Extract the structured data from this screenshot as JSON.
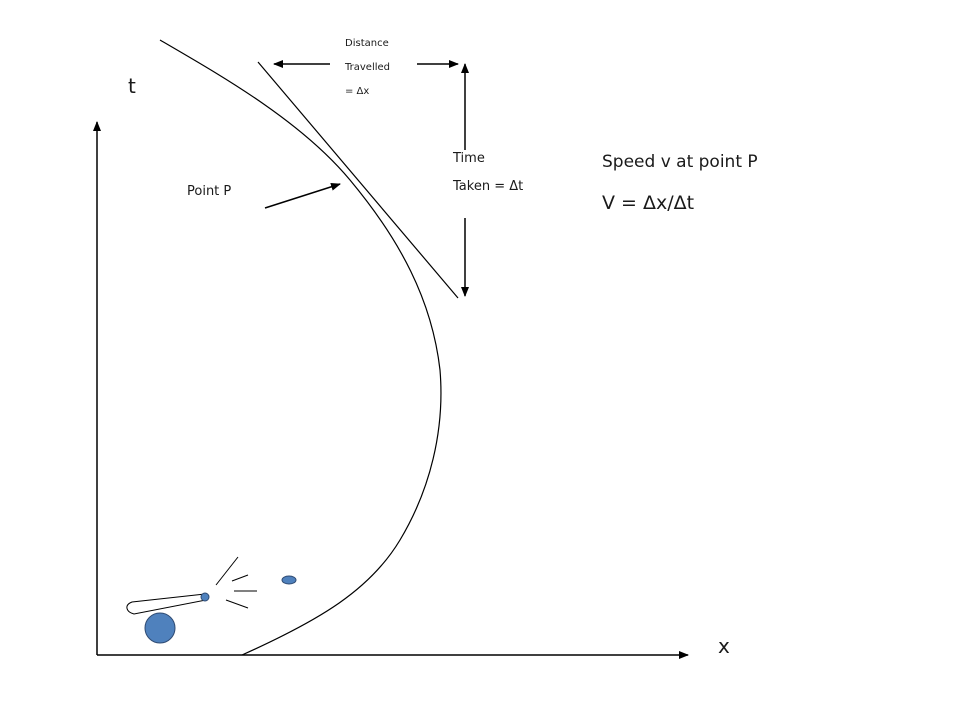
{
  "axes": {
    "t_label": "t",
    "x_label": "x"
  },
  "labels": {
    "point_p": "Point P",
    "distance_line1": "Distance",
    "distance_line2": "Travelled",
    "distance_line3": "= Δx",
    "time_line1": "Time",
    "time_line2": "Taken = Δt",
    "speed_title": "Speed v at point P",
    "speed_formula": "V = Δx/Δt"
  },
  "colors": {
    "line": "#000000",
    "ball": "#4f81bd",
    "ball_stroke": "#2f4b73"
  }
}
